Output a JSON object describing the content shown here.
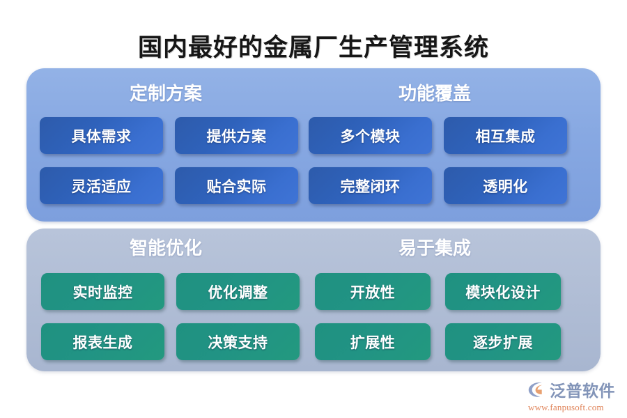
{
  "title": "国内最好的金属厂生产管理系统",
  "colors": {
    "panel_blue": "#87a8e2",
    "panel_gray": "#b0bdd5",
    "chip_blue": "#3066bf",
    "chip_green": "#219384",
    "title_text": "#161616",
    "brand_name": "#8294b8",
    "brand_url": "#e0845a"
  },
  "panels": [
    {
      "id": "panel-blue",
      "quadrants": [
        {
          "heading": "定制方案",
          "chips": [
            "具体需求",
            "提供方案",
            "灵活适应",
            "贴合实际"
          ]
        },
        {
          "heading": "功能覆盖",
          "chips": [
            "多个模块",
            "相互集成",
            "完整闭环",
            "透明化"
          ]
        }
      ]
    },
    {
      "id": "panel-gray",
      "quadrants": [
        {
          "heading": "智能优化",
          "chips": [
            "实时监控",
            "优化调整",
            "报表生成",
            "决策支持"
          ]
        },
        {
          "heading": "易于集成",
          "chips": [
            "开放性",
            "模块化设计",
            "扩展性",
            "逐步扩展"
          ]
        }
      ]
    }
  ],
  "watermark": {
    "name": "泛普软件",
    "url": "www.fanpusoft.com"
  },
  "brand": {
    "name": "泛普软件",
    "url": "www.fanpusoft.com",
    "mark": "fanpu-swoosh-logo"
  }
}
